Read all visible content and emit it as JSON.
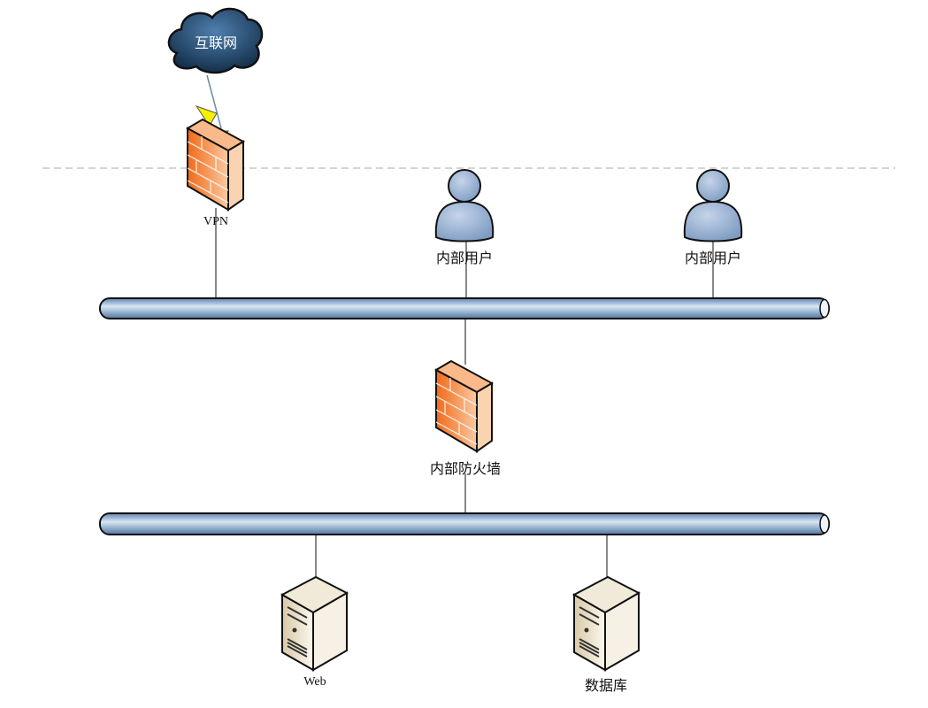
{
  "nodes": {
    "internet": {
      "label": "互联网"
    },
    "vpn": {
      "label": "VPN"
    },
    "user1": {
      "label": "内部用户"
    },
    "user2": {
      "label": "内部用户"
    },
    "internal_firewall": {
      "label": "内部防火墙"
    },
    "web": {
      "label": "Web"
    },
    "database": {
      "label": "数据库"
    }
  },
  "colors": {
    "pipe": "#9db9d8",
    "firewall": "#f58a3c",
    "user": "#8fa9cc",
    "cloud": "#23476b",
    "server": "#ece3cf"
  }
}
